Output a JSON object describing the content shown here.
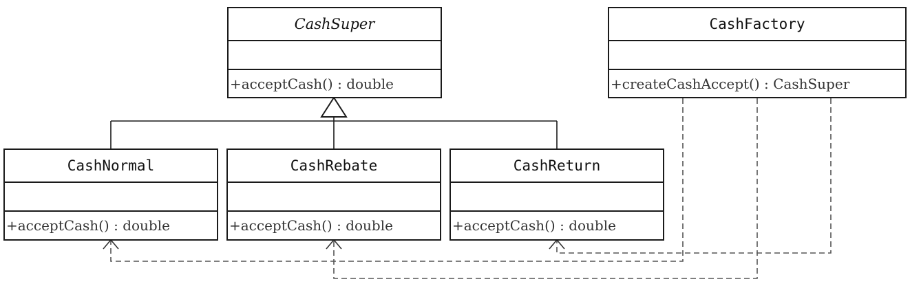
{
  "diagram": {
    "classes": {
      "cash_super": {
        "name": "CashSuper",
        "operation": "+acceptCash() : double"
      },
      "cash_normal": {
        "name": "CashNormal",
        "operation": "+acceptCash() : double"
      },
      "cash_rebate": {
        "name": "CashRebate",
        "operation": "+acceptCash() : double"
      },
      "cash_return": {
        "name": "CashReturn",
        "operation": "+acceptCash() : double"
      },
      "cash_factory": {
        "name": "CashFactory",
        "operation": "+createCashAccept() : CashSuper"
      }
    },
    "relations": [
      {
        "type": "generalization",
        "from": "CashNormal",
        "to": "CashSuper"
      },
      {
        "type": "generalization",
        "from": "CashRebate",
        "to": "CashSuper"
      },
      {
        "type": "generalization",
        "from": "CashReturn",
        "to": "CashSuper"
      },
      {
        "type": "dependency",
        "from": "CashFactory",
        "to": "CashNormal"
      },
      {
        "type": "dependency",
        "from": "CashFactory",
        "to": "CashRebate"
      },
      {
        "type": "dependency",
        "from": "CashFactory",
        "to": "CashReturn"
      }
    ]
  }
}
